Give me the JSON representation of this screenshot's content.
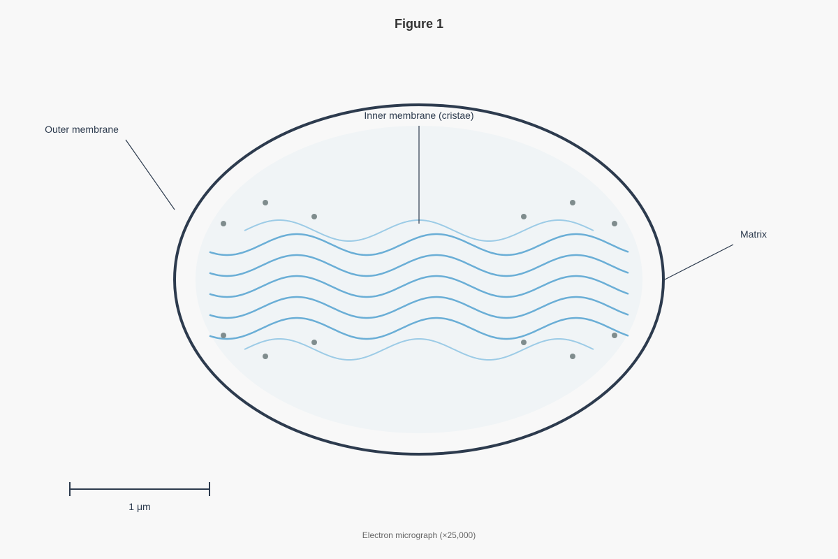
{
  "figure": {
    "title": "Figure 1",
    "caption": "Electron micrograph (×25,000)"
  },
  "labels": {
    "outer_membrane": "Outer membrane",
    "inner_membrane": "Inner membrane (cristae)",
    "matrix": "Matrix"
  },
  "scale_bar": {
    "label": "1 μm"
  },
  "colors": {
    "background": "#f8f8f8",
    "outer_membrane": "#2d3b4e",
    "matrix_fill": "#f0f4f6",
    "cristae": "#6aaed6",
    "cristae_light": "#9ccbe6",
    "granules": "#7f8c8d",
    "text": "#2d3b4e",
    "caption": "#666666"
  }
}
